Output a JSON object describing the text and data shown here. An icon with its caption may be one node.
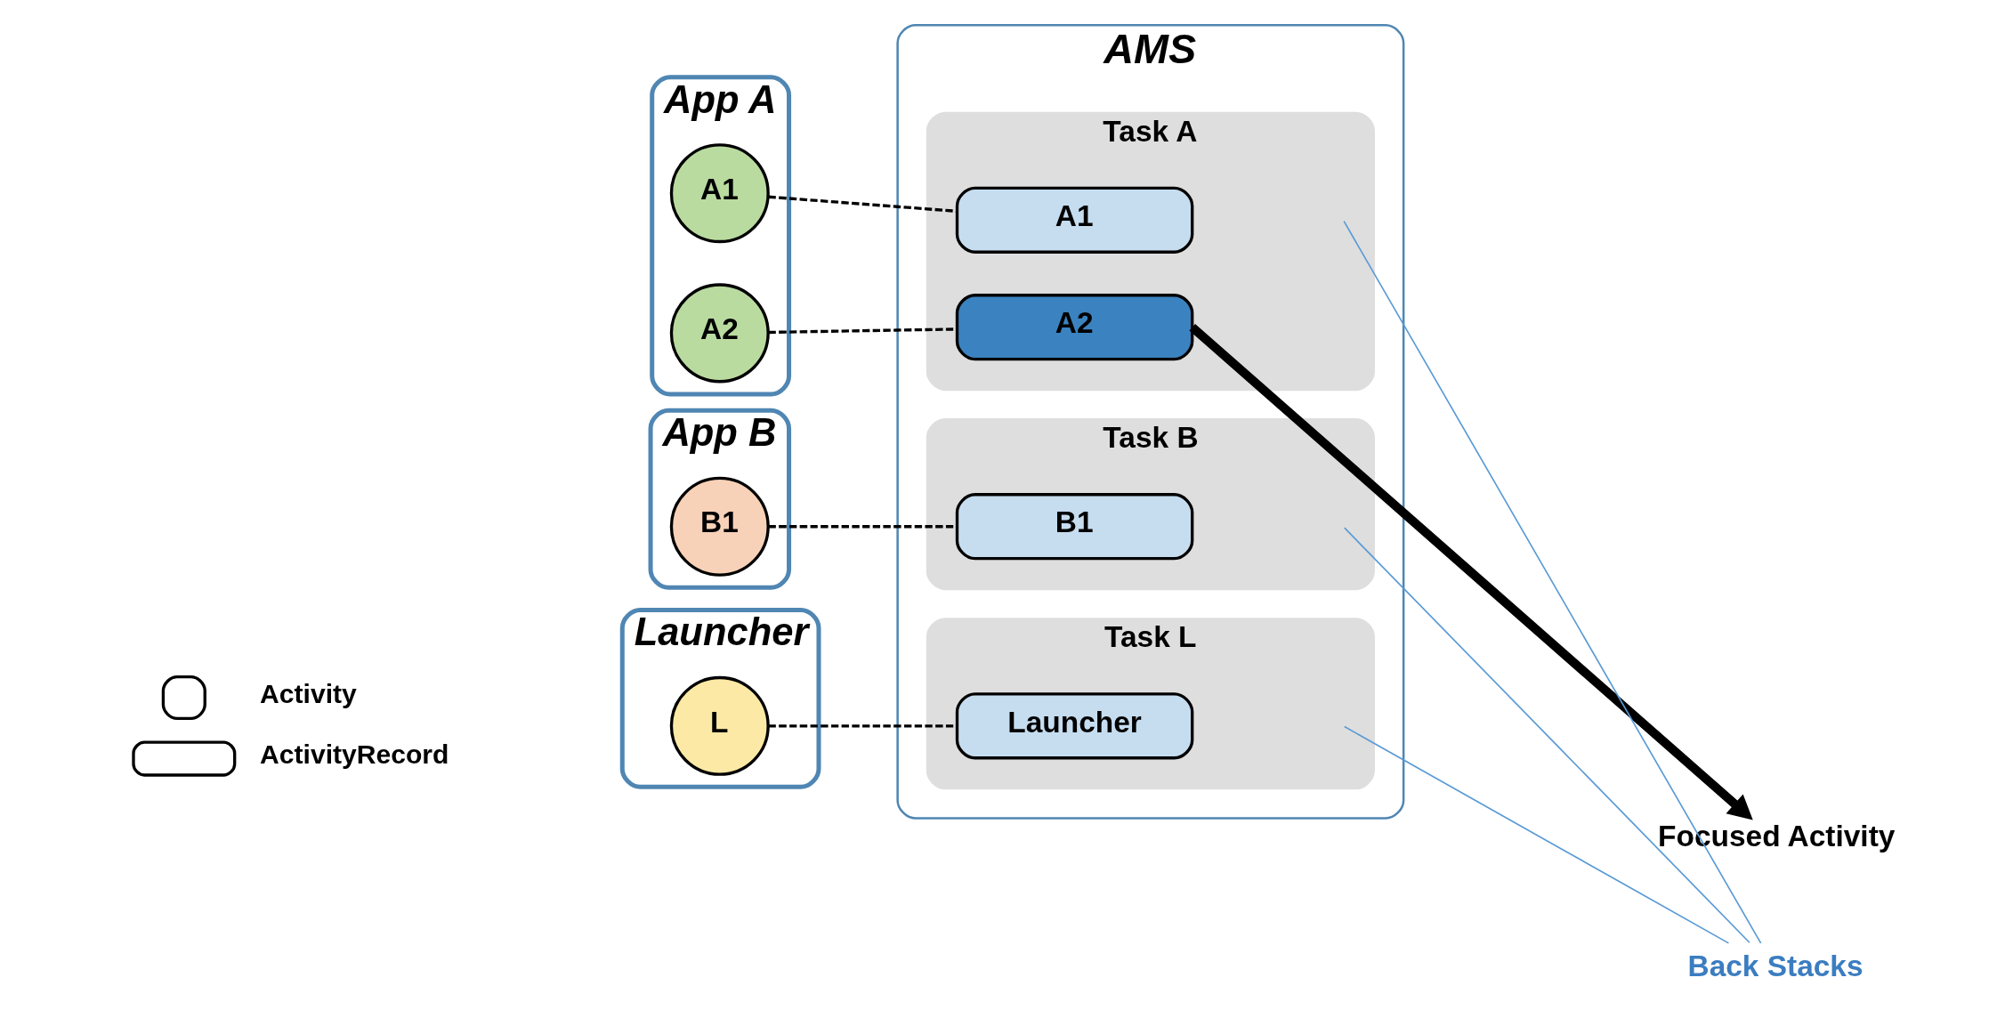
{
  "diagram": {
    "nodes": [
      {
        "text": [
          "App A"
        ]
      },
      {
        "text": [
          "A2"
        ],
        "in": 0
      },
      {
        "text": [
          "A1"
        ],
        "in": 0
      },
      {
        "text": [
          "App B"
        ]
      },
      {
        "text": [
          "B1"
        ],
        "in": 3
      },
      {
        "text": [
          "Launcher"
        ]
      },
      {
        "text": [
          "L"
        ],
        "in": 5
      },
      {
        "text": [
          "AMS"
        ]
      },
      {
        "text": [
          "Task A"
        ],
        "in": 7
      },
      {
        "text": [
          "A2"
        ],
        "in": 8
      },
      {
        "text": [
          "A1"
        ],
        "in": 8
      },
      {
        "text": [
          "Task B"
        ],
        "in": 7
      },
      {
        "text": [
          "B1"
        ],
        "in": 11
      },
      {
        "text": [
          "Task L"
        ],
        "in": 7
      },
      {
        "text": [
          "Launcher"
        ],
        "in": 13
      },
      {
        "text": [
          "Focused Activity"
        ]
      },
      {
        "text": [
          "Back Stacks"
        ]
      }
    ],
    "edges": [
      {
        "from": 1,
        "to": 9,
        "arrow": "none",
        "style": "dashed"
      },
      {
        "from": 2,
        "to": 10,
        "arrow": "none",
        "style": "dashed"
      },
      {
        "from": 4,
        "to": 12,
        "arrow": "none",
        "style": "dashed"
      },
      {
        "from": 6,
        "to": 14,
        "arrow": "none",
        "style": "dashed"
      },
      {
        "from": 9,
        "to": 15,
        "arrow": "to",
        "style": "thick"
      },
      {
        "from": 16,
        "to": null,
        "arrow": "none",
        "color": "#5b9bd5"
      },
      {
        "from": 16,
        "to": null,
        "arrow": "none",
        "color": "#5b9bd5"
      },
      {
        "from": 16,
        "to": null,
        "arrow": "none",
        "color": "#5b9bd5"
      }
    ],
    "legend": [
      {
        "text": "Activity"
      },
      {
        "text": "ActivityRecord"
      }
    ]
  }
}
